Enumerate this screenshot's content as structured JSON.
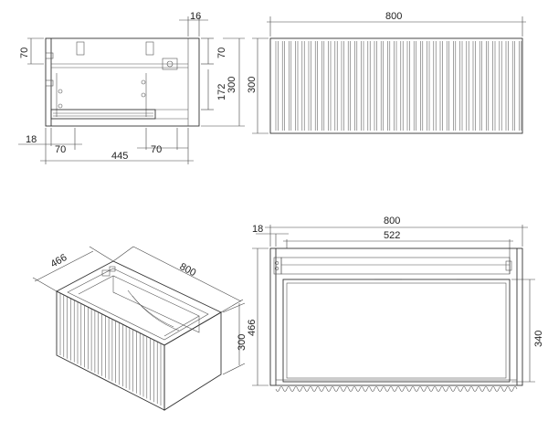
{
  "views": {
    "side_section": {
      "dims": {
        "top_offset": "16",
        "top_height": "70",
        "top_right": "70",
        "inner_height": "172",
        "total_height": "300",
        "wall": "18",
        "left_foot": "70",
        "depth": "445",
        "right_foot": "70"
      }
    },
    "front": {
      "dims": {
        "width": "800",
        "height": "300"
      }
    },
    "iso": {
      "dims": {
        "depth": "466",
        "width": "800",
        "height": "300"
      }
    },
    "plan": {
      "dims": {
        "wall": "18",
        "width": "800",
        "drawer_width": "522",
        "depth": "466",
        "drawer_depth": "340"
      }
    }
  }
}
